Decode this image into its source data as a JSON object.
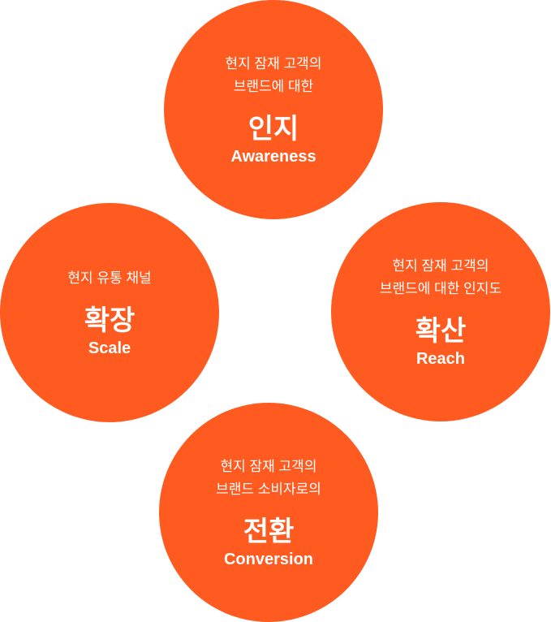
{
  "accent_color": "#FF5A1F",
  "stages": [
    {
      "desc": "현지 잠재 고객의\n브랜드에 대한",
      "title": "인지",
      "subtitle": "Awareness"
    },
    {
      "desc": "현지 유통 채널",
      "title": "확장",
      "subtitle": "Scale"
    },
    {
      "desc": "현지 잠재 고객의\n브랜드에 대한 인지도",
      "title": "확산",
      "subtitle": "Reach"
    },
    {
      "desc": "현지 잠재 고객의\n브랜드 소비자로의",
      "title": "전환",
      "subtitle": "Conversion"
    }
  ]
}
